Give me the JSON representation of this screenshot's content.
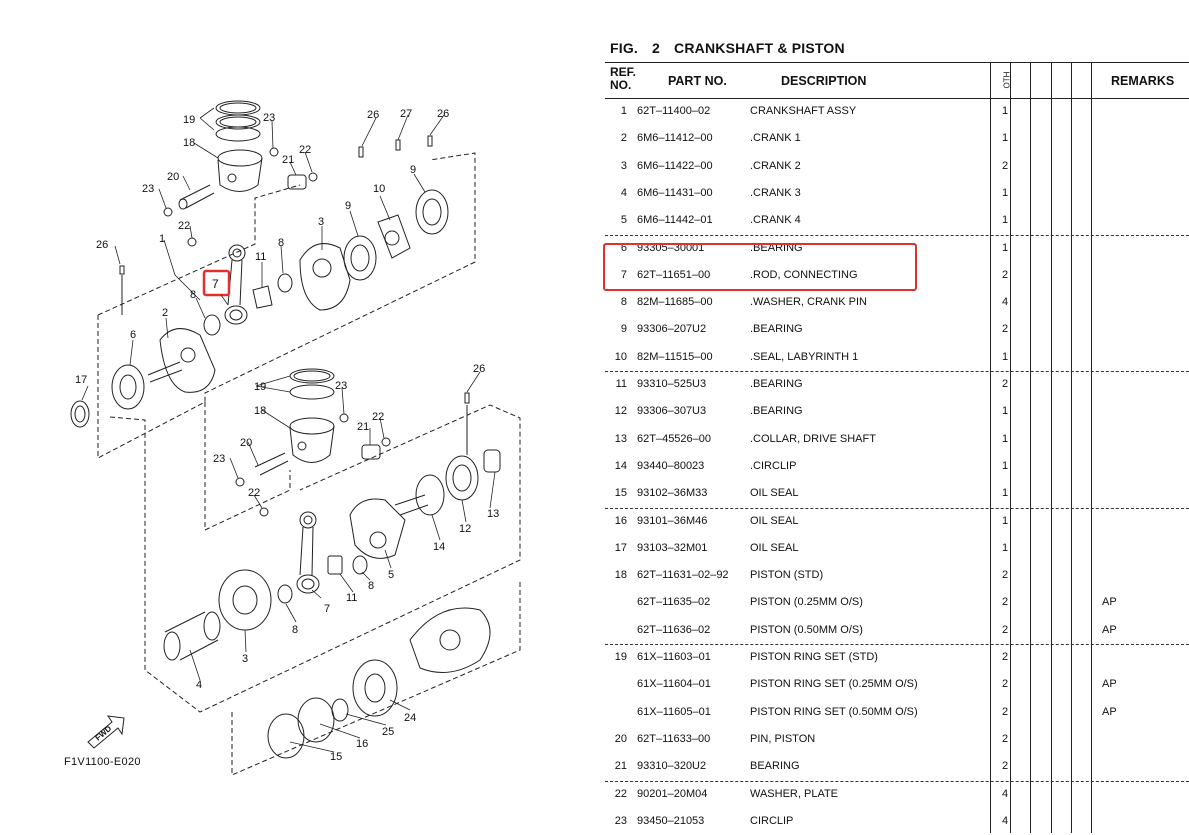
{
  "figure": {
    "label": "FIG.",
    "number": "2",
    "title": "CRANKSHAFT & PISTON"
  },
  "header": {
    "ref": "REF.\nNO.",
    "ref_line1": "REF.",
    "ref_line2": "NO.",
    "part_no": "PART NO.",
    "description": "DESCRIPTION",
    "qty": "OTH",
    "remarks": "REMARKS"
  },
  "diagram": {
    "code": "F1V1100-E020",
    "fwd": "FWD",
    "callouts": [
      "1",
      "2",
      "3",
      "4",
      "5",
      "6",
      "7",
      "8",
      "9",
      "10",
      "11",
      "12",
      "13",
      "14",
      "15",
      "16",
      "17",
      "18",
      "19",
      "20",
      "21",
      "22",
      "23",
      "24",
      "25",
      "26",
      "27"
    ],
    "highlighted_callout": "7"
  },
  "parts": [
    {
      "ref": "1",
      "part": "62T–11400–02",
      "desc": "CRANKSHAFT ASSY",
      "qty": "1",
      "remarks": ""
    },
    {
      "ref": "2",
      "part": "6M6–11412–00",
      "desc": ".CRANK 1",
      "qty": "1",
      "remarks": ""
    },
    {
      "ref": "3",
      "part": "6M6–11422–00",
      "desc": ".CRANK 2",
      "qty": "2",
      "remarks": ""
    },
    {
      "ref": "4",
      "part": "6M6–11431–00",
      "desc": ".CRANK 3",
      "qty": "1",
      "remarks": ""
    },
    {
      "ref": "5",
      "part": "6M6–11442–01",
      "desc": ".CRANK 4",
      "qty": "1",
      "remarks": ""
    },
    {
      "ref": "6",
      "part": "93305–30001",
      "desc": ".BEARING",
      "qty": "1",
      "remarks": ""
    },
    {
      "ref": "7",
      "part": "62T–11651–00",
      "desc": ".ROD, CONNECTING",
      "qty": "2",
      "remarks": ""
    },
    {
      "ref": "8",
      "part": "82M–11685–00",
      "desc": ".WASHER, CRANK PIN",
      "qty": "4",
      "remarks": ""
    },
    {
      "ref": "9",
      "part": "93306–207U2",
      "desc": ".BEARING",
      "qty": "2",
      "remarks": ""
    },
    {
      "ref": "10",
      "part": "82M–11515–00",
      "desc": ".SEAL, LABYRINTH 1",
      "qty": "1",
      "remarks": ""
    },
    {
      "ref": "11",
      "part": "93310–525U3",
      "desc": ".BEARING",
      "qty": "2",
      "remarks": ""
    },
    {
      "ref": "12",
      "part": "93306–307U3",
      "desc": ".BEARING",
      "qty": "1",
      "remarks": ""
    },
    {
      "ref": "13",
      "part": "62T–45526–00",
      "desc": ".COLLAR, DRIVE SHAFT",
      "qty": "1",
      "remarks": ""
    },
    {
      "ref": "14",
      "part": "93440–80023",
      "desc": ".CIRCLIP",
      "qty": "1",
      "remarks": ""
    },
    {
      "ref": "15",
      "part": "93102–36M33",
      "desc": "OIL SEAL",
      "qty": "1",
      "remarks": ""
    },
    {
      "ref": "16",
      "part": "93101–36M46",
      "desc": "OIL SEAL",
      "qty": "1",
      "remarks": ""
    },
    {
      "ref": "17",
      "part": "93103–32M01",
      "desc": "OIL SEAL",
      "qty": "1",
      "remarks": ""
    },
    {
      "ref": "18",
      "part": "62T–11631–02–92",
      "desc": "PISTON (STD)",
      "qty": "2",
      "remarks": ""
    },
    {
      "ref": "",
      "part": "62T–11635–02",
      "desc": "PISTON (0.25MM O/S)",
      "qty": "2",
      "remarks": "AP"
    },
    {
      "ref": "",
      "part": "62T–11636–02",
      "desc": "PISTON (0.50MM O/S)",
      "qty": "2",
      "remarks": "AP"
    },
    {
      "ref": "19",
      "part": "61X–11603–01",
      "desc": "PISTON RING SET (STD)",
      "qty": "2",
      "remarks": ""
    },
    {
      "ref": "",
      "part": "61X–11604–01",
      "desc": "PISTON RING SET (0.25MM O/S)",
      "qty": "2",
      "remarks": "AP"
    },
    {
      "ref": "",
      "part": "61X–11605–01",
      "desc": "PISTON RING SET (0.50MM O/S)",
      "qty": "2",
      "remarks": "AP"
    },
    {
      "ref": "20",
      "part": "62T–11633–00",
      "desc": "PIN, PISTON",
      "qty": "2",
      "remarks": ""
    },
    {
      "ref": "21",
      "part": "93310–320U2",
      "desc": "BEARING",
      "qty": "2",
      "remarks": ""
    },
    {
      "ref": "22",
      "part": "90201–20M04",
      "desc": "WASHER, PLATE",
      "qty": "4",
      "remarks": ""
    },
    {
      "ref": "23",
      "part": "93450–21053",
      "desc": "CIRCLIP",
      "qty": "4",
      "remarks": ""
    }
  ],
  "highlighted_row": "7"
}
